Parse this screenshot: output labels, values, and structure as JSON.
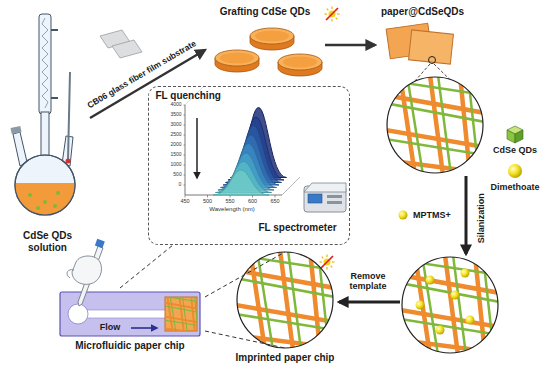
{
  "diagram": {
    "nodes": [
      {
        "text": [
          "CdSe QDs solution"
        ]
      },
      {
        "text": [
          "Grafting CdSe QDs"
        ]
      },
      {
        "text": [
          "paper@CdSeQDs"
        ]
      },
      {
        "text": [
          "Imprinted paper chip"
        ]
      },
      {
        "text": [
          "Microfluidic paper chip",
          "Flow"
        ]
      },
      {
        "text": [
          "FL quenching",
          "FL spectrometer"
        ]
      }
    ],
    "edges": [
      {
        "from": 0,
        "to": 1,
        "arrow": "to",
        "label": "CB06 glass fiber film substrate"
      },
      {
        "from": 1,
        "to": 2,
        "arrow": "to"
      },
      {
        "from": 4,
        "to": 3,
        "arrow": "none"
      },
      {
        "from": 4,
        "to": 5,
        "arrow": "none"
      }
    ],
    "labels": [
      "Wavelength (nm)",
      "450",
      "500",
      "550",
      "600",
      "650",
      "4000",
      "3500",
      "3000",
      "2500",
      "2000",
      "1500",
      "1000",
      "500",
      "0",
      "Silanization",
      "MPTMS+",
      "Remove template"
    ],
    "legend": [
      {
        "text": "CdSe QDs"
      },
      {
        "text": "Dimethoate"
      }
    ]
  }
}
